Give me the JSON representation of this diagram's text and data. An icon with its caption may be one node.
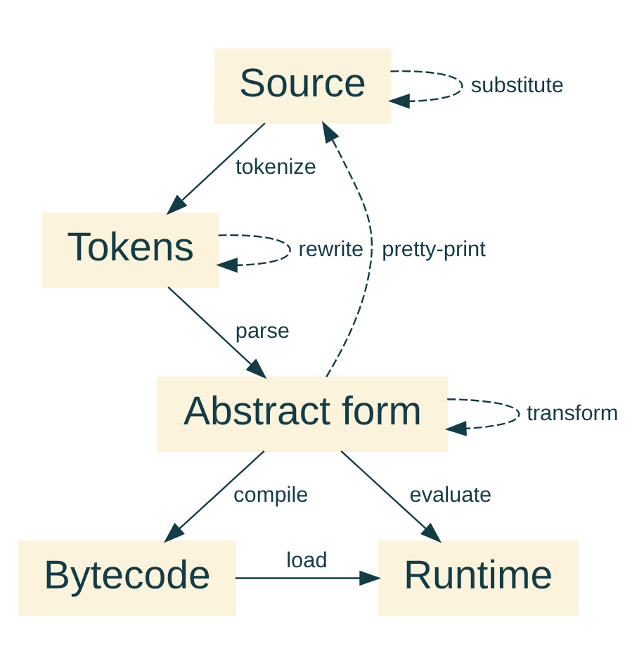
{
  "diagram": {
    "nodes": [
      {
        "text": [
          "Source"
        ]
      },
      {
        "text": [
          "Tokens"
        ]
      },
      {
        "text": [
          "Abstract form"
        ]
      },
      {
        "text": [
          "Bytecode"
        ]
      },
      {
        "text": [
          "Runtime"
        ]
      }
    ],
    "edges": [
      {
        "from": 0,
        "to": 0,
        "arrow": "to",
        "label": "substitute",
        "style": "dashed"
      },
      {
        "from": 0,
        "to": 1,
        "arrow": "to",
        "label": "tokenize"
      },
      {
        "from": 1,
        "to": 1,
        "arrow": "to",
        "label": "rewrite",
        "style": "dashed"
      },
      {
        "from": 1,
        "to": 2,
        "arrow": "to",
        "label": "parse"
      },
      {
        "from": 2,
        "to": 2,
        "arrow": "to",
        "label": "transform",
        "style": "dashed"
      },
      {
        "from": 2,
        "to": 0,
        "arrow": "to",
        "label": "pretty-print",
        "style": "dashed"
      },
      {
        "from": 2,
        "to": 3,
        "arrow": "to",
        "label": "compile"
      },
      {
        "from": 2,
        "to": 4,
        "arrow": "to",
        "label": "evaluate"
      },
      {
        "from": 3,
        "to": 4,
        "arrow": "to",
        "label": "load"
      }
    ]
  }
}
